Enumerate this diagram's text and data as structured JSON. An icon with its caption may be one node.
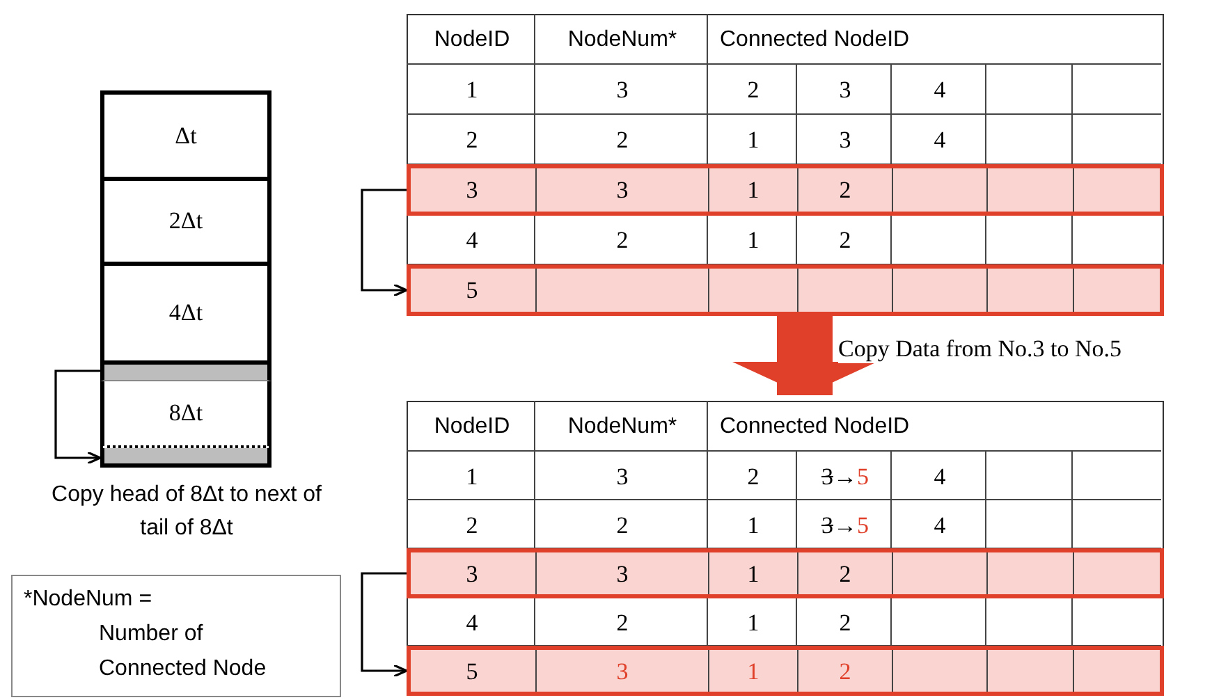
{
  "diagram": {
    "nodes": [
      {
        "text": [],
        "shape": "box"
      },
      {
        "text": [],
        "shape": "box",
        "in": 0
      },
      {
        "text": [],
        "shape": "box",
        "in": 0
      },
      {
        "text": [],
        "shape": "box"
      },
      {
        "text": [],
        "shape": "box",
        "in": 3
      },
      {
        "text": [],
        "shape": "box",
        "in": 3
      },
      {
        "text": [
          "Δt"
        ]
      },
      {
        "text": [
          "2Δt"
        ]
      },
      {
        "text": [
          "4Δt"
        ]
      },
      {
        "text": [],
        "shape": "bar"
      },
      {
        "text": [
          "8Δt"
        ]
      },
      {
        "text": [],
        "shape": "bar"
      },
      {
        "text": [
          "*NodeNum =",
          "Number of Connected Node"
        ]
      }
    ],
    "edges": [
      {
        "from": 1,
        "to": 2,
        "arrow": "to"
      },
      {
        "from": 0,
        "to": 3,
        "arrow": "to",
        "label": "Copy Data from No.3 to No.5",
        "style": "thick",
        "color": "#e0402a"
      },
      {
        "from": 9,
        "to": 11,
        "arrow": "to"
      },
      {
        "from": 4,
        "to": 5,
        "arrow": "to"
      }
    ],
    "labels": [
      "NodeID",
      "NodeNum*",
      "Connected NodeID",
      "1",
      "3",
      "2",
      "3",
      "4",
      "2",
      "2",
      "1",
      "3",
      "4",
      "3",
      "3",
      "1",
      "2",
      "4",
      "2",
      "1",
      "2",
      "5",
      "NodeID",
      "NodeNum*",
      "Connected NodeID",
      "1",
      "3",
      "2",
      "3",
      "→",
      "5",
      "4",
      "2",
      "2",
      "1",
      "3",
      "→",
      "5",
      "4",
      "3",
      "3",
      "1",
      "2",
      "4",
      "2",
      "1",
      "2",
      "5",
      "3",
      "1",
      "2",
      "Copy head of 8Δt to next of tail of 8Δt"
    ]
  }
}
